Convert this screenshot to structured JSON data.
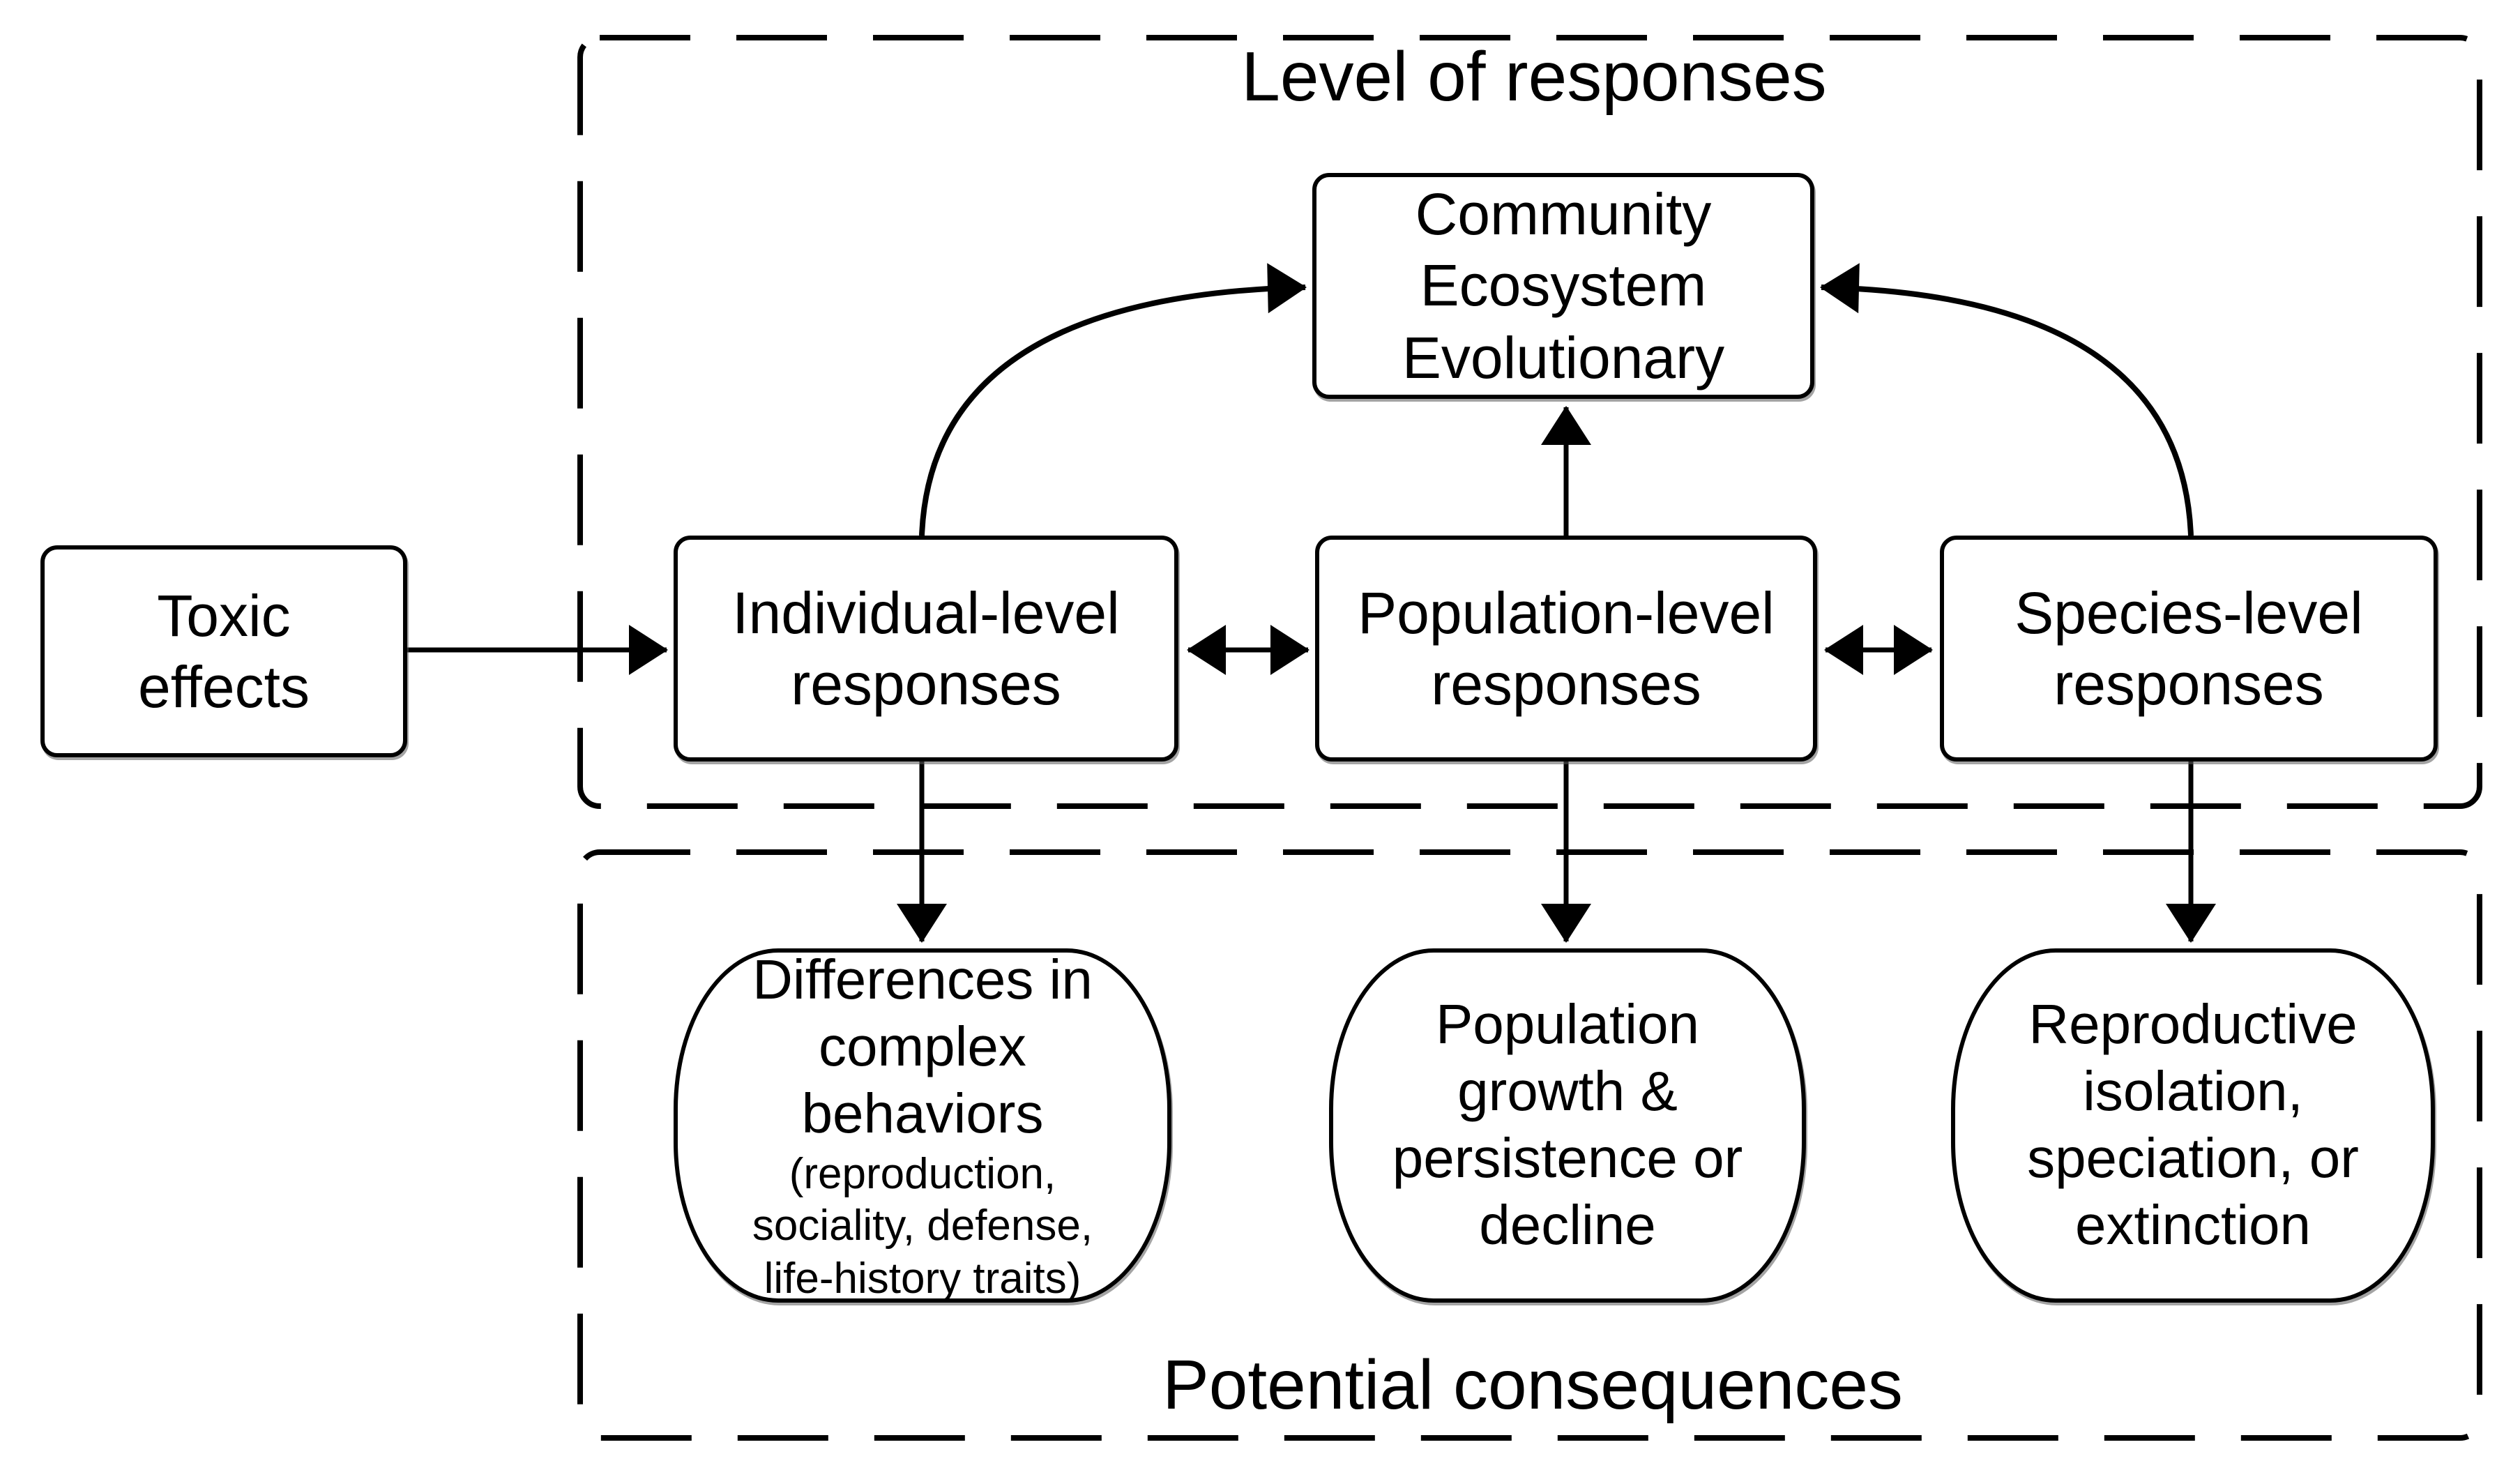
{
  "titles": {
    "level": "Level of responses",
    "consequences": "Potential consequences"
  },
  "boxes": {
    "toxic": {
      "lines": [
        "Toxic",
        "effects"
      ]
    },
    "community": {
      "lines": [
        "Community",
        "Ecosystem",
        "Evolutionary"
      ]
    },
    "individual": {
      "lines": [
        "Individual-level",
        "responses"
      ]
    },
    "population": {
      "lines": [
        "Population-level",
        "responses"
      ]
    },
    "species": {
      "lines": [
        "Species-level",
        "responses"
      ]
    },
    "differences": {
      "main": [
        "Differences in",
        "complex",
        "behaviors"
      ],
      "sub": [
        "(reproduction,",
        "sociality, defense,",
        "life-history traits)"
      ]
    },
    "growth": {
      "lines": [
        "Population",
        "growth &",
        "persistence or",
        "decline"
      ]
    },
    "reproductive": {
      "lines": [
        "Reproductive",
        "isolation,",
        "speciation, or",
        "extinction"
      ]
    }
  },
  "connections": [
    {
      "from": "toxic-effects",
      "to": "individual-level-responses",
      "type": "arrow"
    },
    {
      "from": "individual-level-responses",
      "to": "population-level-responses",
      "type": "double-arrow"
    },
    {
      "from": "population-level-responses",
      "to": "species-level-responses",
      "type": "double-arrow"
    },
    {
      "from": "individual-level-responses",
      "to": "community-ecosystem-evolutionary",
      "type": "curved-arrow"
    },
    {
      "from": "population-level-responses",
      "to": "community-ecosystem-evolutionary",
      "type": "arrow"
    },
    {
      "from": "species-level-responses",
      "to": "community-ecosystem-evolutionary",
      "type": "curved-arrow"
    },
    {
      "from": "individual-level-responses",
      "to": "differences-in-complex-behaviors",
      "type": "arrow"
    },
    {
      "from": "population-level-responses",
      "to": "population-growth-persistence-decline",
      "type": "arrow"
    },
    {
      "from": "species-level-responses",
      "to": "reproductive-isolation-speciation-extinction",
      "type": "arrow"
    }
  ],
  "colors": {
    "line": "#000000",
    "background": "#ffffff"
  }
}
